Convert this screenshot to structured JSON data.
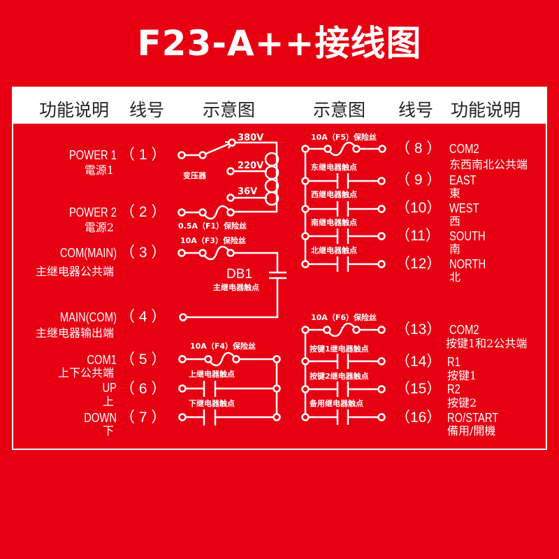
{
  "title": "F23-A++接线图",
  "header": {
    "func_left": "功能说明",
    "wire_left": "线号",
    "diagram_left": "示意图",
    "diagram_right": "示意图",
    "wire_right": "线号",
    "func_right": "功能说明"
  },
  "left_rows": [
    {
      "num": "（ 1 ）",
      "en": "POWER 1",
      "cn": "電源1"
    },
    {
      "num": "（ 2 ）",
      "en": "POWER 2",
      "cn": "電源2"
    },
    {
      "num": "（ 3 ）",
      "en": "COM(MAIN)",
      "cn": "主继电器公共端"
    },
    {
      "num": "（ 4 ）",
      "en": "MAIN(COM)",
      "cn": "主继电器输出端"
    },
    {
      "num": "（ 5 ）",
      "en": "COM1",
      "cn": "上下公共端"
    },
    {
      "num": "（ 6 ）",
      "en": "UP",
      "cn": "上"
    },
    {
      "num": "（ 7 ）",
      "en": "DOWN",
      "cn": "下"
    }
  ],
  "right_rows": [
    {
      "num": "（ 8 ）",
      "en": "COM2",
      "cn": "东西南北公共端"
    },
    {
      "num": "（ 9 ）",
      "en": "EAST",
      "cn": "東"
    },
    {
      "num": "（10）",
      "en": "WEST",
      "cn": "西"
    },
    {
      "num": "（11）",
      "en": "SOUTH",
      "cn": "南"
    },
    {
      "num": "（12）",
      "en": "NORTH",
      "cn": "北"
    },
    {
      "num": "（13）",
      "en": "COM2",
      "cn": "按键1和2公共端"
    },
    {
      "num": "（14）",
      "en": "R1",
      "cn": "按键1"
    },
    {
      "num": "（15）",
      "en": "R2",
      "cn": "按键2"
    },
    {
      "num": "（16）",
      "en": "RO/START",
      "cn": "備用/開機"
    }
  ],
  "diagram": {
    "v380": "380V",
    "v220": "220V",
    "v36": "36V",
    "transformer": "变压器",
    "f1": "0.5A（F1）保险丝",
    "f3": "10A（F3）保险丝",
    "db1": "DB1",
    "main_contact": "主继电器触点",
    "f4": "10A（F4）保险丝",
    "up_contact": "上继电器触点",
    "down_contact": "下继电器触点",
    "f5": "10A（F5）保险丝",
    "east_contact": "东继电器触点",
    "west_contact": "西继电器触点",
    "south_contact": "南继电器触点",
    "north_contact": "北继电器触点",
    "f6": "10A（F6）保险丝",
    "k1_contact": "按键1继电器触点",
    "k2_contact": "按键2继电器触点",
    "spare_contact": "备用继电器触点"
  },
  "colors": {
    "background": "#e60012",
    "foreground": "#ffffff",
    "header_text": "#222222"
  }
}
